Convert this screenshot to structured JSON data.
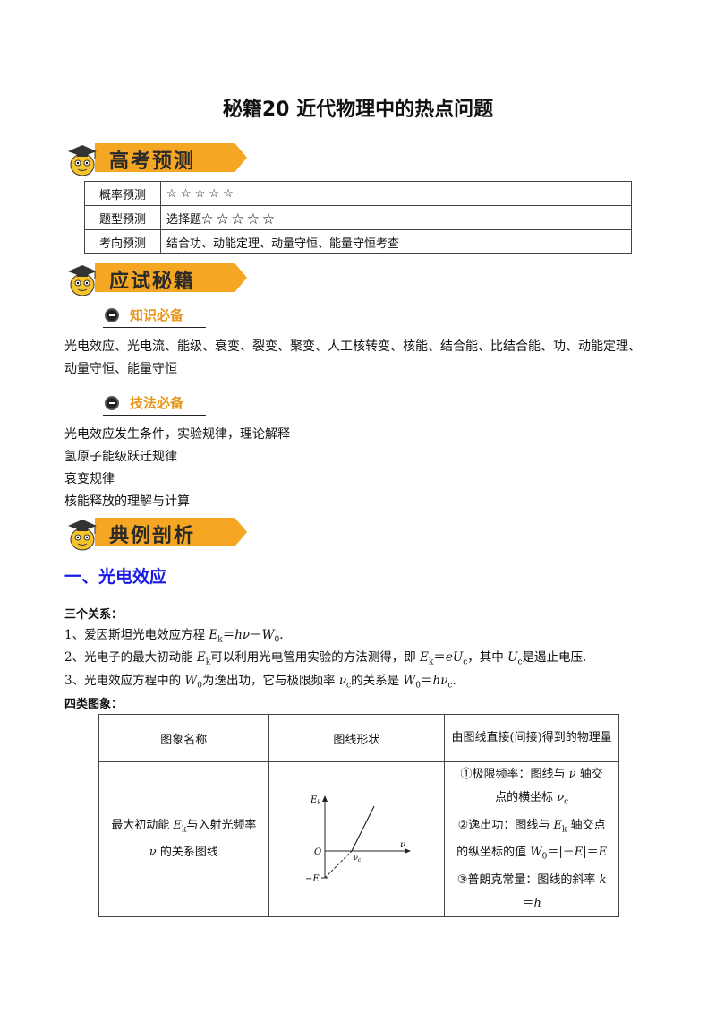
{
  "title": "秘籍20  近代物理中的热点问题",
  "banners": {
    "b1": "高考预测",
    "b2": "应试秘籍",
    "b3": "典例剖析"
  },
  "prediction_table": [
    {
      "key": "概率预测",
      "value": "☆ ☆ ☆ ☆ ☆"
    },
    {
      "key": "题型预测",
      "value": "选择题☆ ☆ ☆ ☆ ☆"
    },
    {
      "key": "考向预测",
      "value": "结合功、动能定理、动量守恒、能量守恒考查"
    }
  ],
  "subheads": {
    "s1": "知识必备",
    "s2": "技法必备"
  },
  "knowledge": {
    "line1": "光电效应、光电流、能级、衰变、裂变、聚变、人工核转变、核能、结合能、比结合能、功、动能定理、",
    "line2": "动量守恒、能量守恒"
  },
  "skills": [
    "光电效应发生条件，实验规律，理论解释",
    "氢原子能级跃迁规律",
    "衰变规律",
    "核能释放的理解与计算"
  ],
  "section1": "一、光电效应",
  "three_relations": {
    "label": "三个关系：",
    "r1": {
      "pre": "1、爱因斯坦光电效应方程 ",
      "E": "E",
      "k": "k",
      "eq": "＝",
      "h": "h",
      "v": "ν",
      "minus": "－",
      "W": "W",
      "zero": "0",
      "end": "."
    },
    "r2": {
      "pre": "2、光电子的最大初动能 ",
      "E": "E",
      "k": "k",
      "mid": "可以利用光电管用实验的方法测得，即 ",
      "E2": "E",
      "k2": "k",
      "eq": "＝",
      "e": "e",
      "U": "U",
      "c": "c",
      "mid2": "，其中 ",
      "U2": "U",
      "c2": "c",
      "end": "是遏止电压."
    },
    "r3": {
      "pre": "3、光电效应方程中的 ",
      "W": "W",
      "zero": "0",
      "mid": "为逸出功，它与极限频率 ",
      "v": "ν",
      "c": "c",
      "mid2": "的关系是 ",
      "W2": "W",
      "zero2": "0",
      "eq": "＝",
      "h": "h",
      "v2": "ν",
      "c2": "c",
      "end": "."
    }
  },
  "four_graphs_label": "四类图象：",
  "four_table": {
    "headers": [
      "图象名称",
      "图线形状",
      "由图线直接(间接)得到的物理量"
    ],
    "row1": {
      "name_pre": "最大初动能 ",
      "name_E": "E",
      "name_k": "k",
      "name_mid": "与入射光频率",
      "name_v": "ν",
      "name_end": " 的关系图线",
      "graph": {
        "y_label": "E",
        "y_sub": "k",
        "origin": "O",
        "x_label": "ν",
        "vc": "ν",
        "vc_sub": "c",
        "neg": "−E"
      },
      "q1a": "①极限频率：图线与 ",
      "q1v": "ν",
      "q1b": " 轴交",
      "q1c": "点的横坐标 ",
      "q1vc": "ν",
      "q1vcsub": "c",
      "q2a": "②逸出功：图线与 ",
      "q2E": "E",
      "q2k": "k",
      "q2b": " 轴交点",
      "q2c": "的纵坐标的值 ",
      "q2W": "W",
      "q2zero": "0",
      "q2d": "＝|－",
      "q2E2": "E",
      "q2e": "|＝",
      "q2E3": "E",
      "q3a": "③普朗克常量：图线的斜率 ",
      "q3k": "k",
      "q3b": "＝",
      "q3h": "h"
    }
  }
}
